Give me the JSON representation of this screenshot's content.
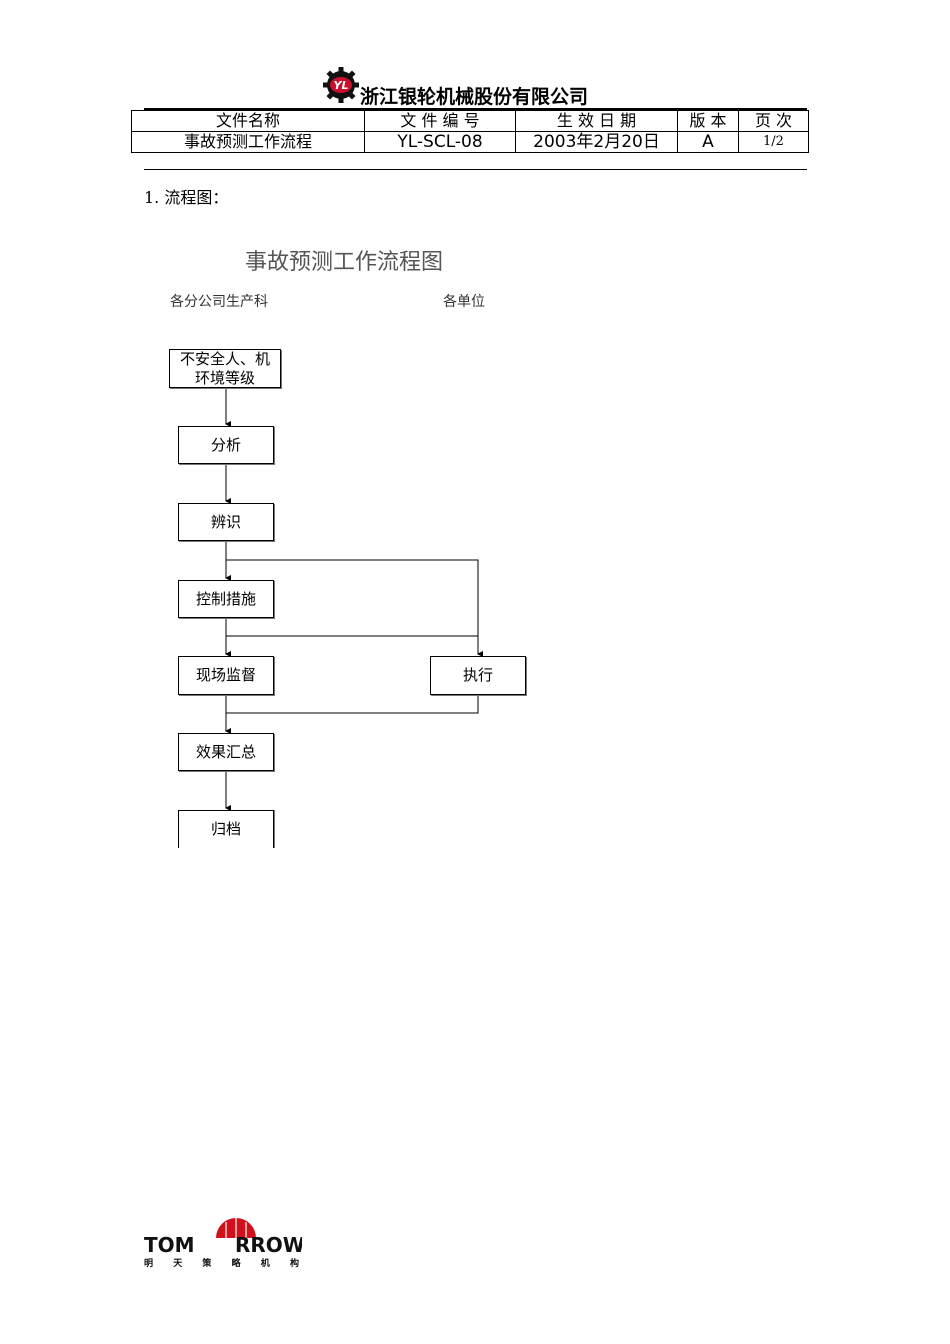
{
  "header": {
    "company_name": "浙江银轮机械股份有限公司",
    "logo_text": "YL"
  },
  "doc_table": {
    "headers": [
      "文件名称",
      "文 件 编 号",
      "生 效 日 期",
      "版 本",
      "页 次"
    ],
    "values": [
      "事故预测工作流程",
      "YL-SCL-08",
      "2003年2月20日",
      "A",
      "1/2"
    ]
  },
  "section": {
    "heading": "1.  流程图："
  },
  "flowchart": {
    "title": "事故预测工作流程图",
    "lanes": [
      "各分公司生产科",
      "各单位"
    ],
    "steps": {
      "grade": "不安全人、机环境等级",
      "analyze": "分析",
      "identify": "辨识",
      "control": "控制措施",
      "monitor": "现场监督",
      "execute": "执行",
      "summary": "效果汇总",
      "archive": "归档"
    }
  },
  "footer": {
    "brand_left": "TOM",
    "brand_right": "RROW",
    "brand_sub": "明 天 策 略 机 构"
  },
  "colors": {
    "logo_red": "#c8102e",
    "logo_dark": "#111111",
    "title_gray": "#555555"
  }
}
